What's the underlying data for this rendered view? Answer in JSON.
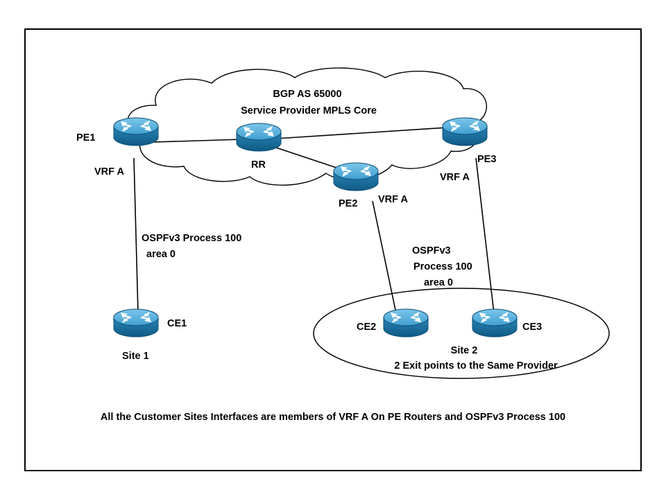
{
  "cloud": {
    "title": "BGP AS 65000",
    "subtitle": "Service Provider MPLS Core"
  },
  "routers": {
    "pe1": "PE1",
    "rr": "RR",
    "pe2": "PE2",
    "pe3": "PE3",
    "ce1": "CE1",
    "ce2": "CE2",
    "ce3": "CE3"
  },
  "labels": {
    "vrf_pe1": "VRF A",
    "vrf_pe2": "VRF A",
    "vrf_pe3": "VRF A",
    "ospf_site1_line1": "OSPFv3 Process 100",
    "ospf_site1_line2": "area 0",
    "ospf_site2_line1": "OSPFv3",
    "ospf_site2_line2": "Process 100",
    "ospf_site2_line3": "area 0",
    "site1": "Site 1",
    "site2_line1": "Site 2",
    "site2_line2": "2 Exit points to the Same Provider",
    "footer": "All the Customer Sites Interfaces are members of VRF A On PE Routers and OSPFv3 Process 100"
  },
  "colors": {
    "router_body": "#1f7fb0",
    "router_top": "#5fb3dc",
    "router_dark": "#135a80",
    "line": "#000000"
  }
}
